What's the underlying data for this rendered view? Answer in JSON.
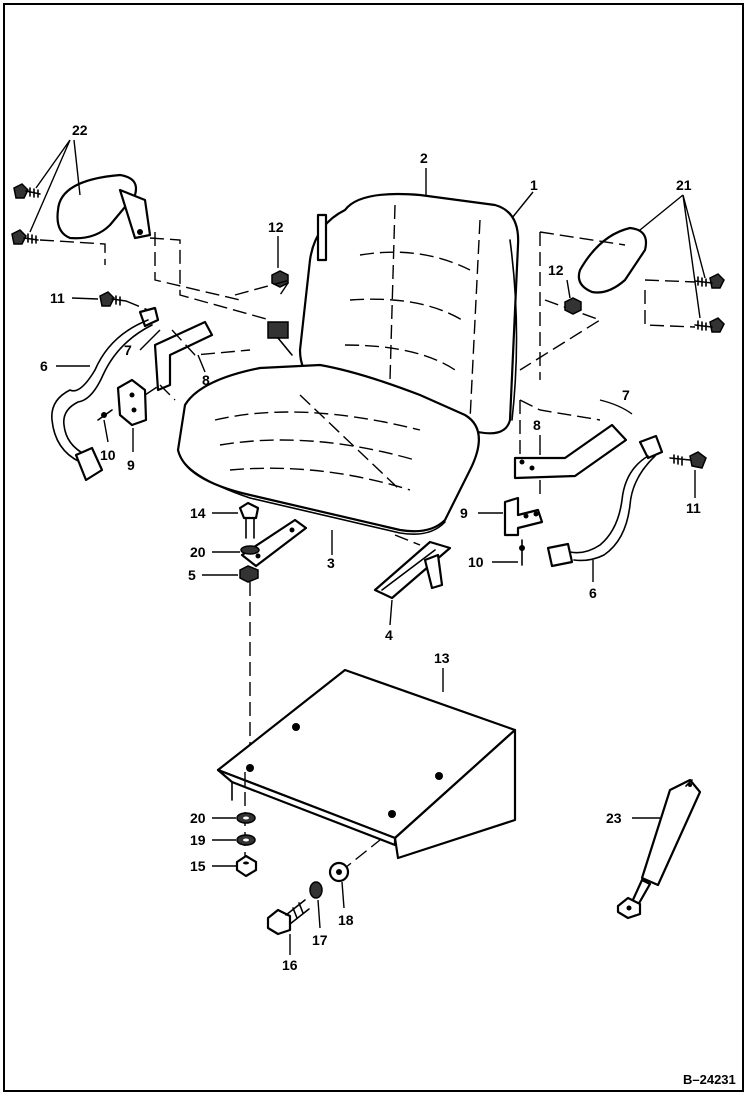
{
  "drawing": {
    "reference": "B–24231",
    "callouts": [
      {
        "id": "1",
        "label": "1"
      },
      {
        "id": "2",
        "label": "2"
      },
      {
        "id": "3",
        "label": "3"
      },
      {
        "id": "4",
        "label": "4"
      },
      {
        "id": "5",
        "label": "5"
      },
      {
        "id": "6-left",
        "label": "6"
      },
      {
        "id": "6-right",
        "label": "6"
      },
      {
        "id": "7-left",
        "label": "7"
      },
      {
        "id": "7-right",
        "label": "7"
      },
      {
        "id": "8-left",
        "label": "8"
      },
      {
        "id": "8-right",
        "label": "8"
      },
      {
        "id": "9-left",
        "label": "9"
      },
      {
        "id": "9-right",
        "label": "9"
      },
      {
        "id": "10-left",
        "label": "10"
      },
      {
        "id": "10-right",
        "label": "10"
      },
      {
        "id": "11-left",
        "label": "11"
      },
      {
        "id": "11-right",
        "label": "11"
      },
      {
        "id": "12-left",
        "label": "12"
      },
      {
        "id": "12-right",
        "label": "12"
      },
      {
        "id": "13",
        "label": "13"
      },
      {
        "id": "14",
        "label": "14"
      },
      {
        "id": "15",
        "label": "15"
      },
      {
        "id": "16",
        "label": "16"
      },
      {
        "id": "17",
        "label": "17"
      },
      {
        "id": "18",
        "label": "18"
      },
      {
        "id": "19",
        "label": "19"
      },
      {
        "id": "20-top",
        "label": "20"
      },
      {
        "id": "20-bottom",
        "label": "20"
      },
      {
        "id": "21",
        "label": "21"
      },
      {
        "id": "22",
        "label": "22"
      },
      {
        "id": "23",
        "label": "23"
      }
    ]
  }
}
